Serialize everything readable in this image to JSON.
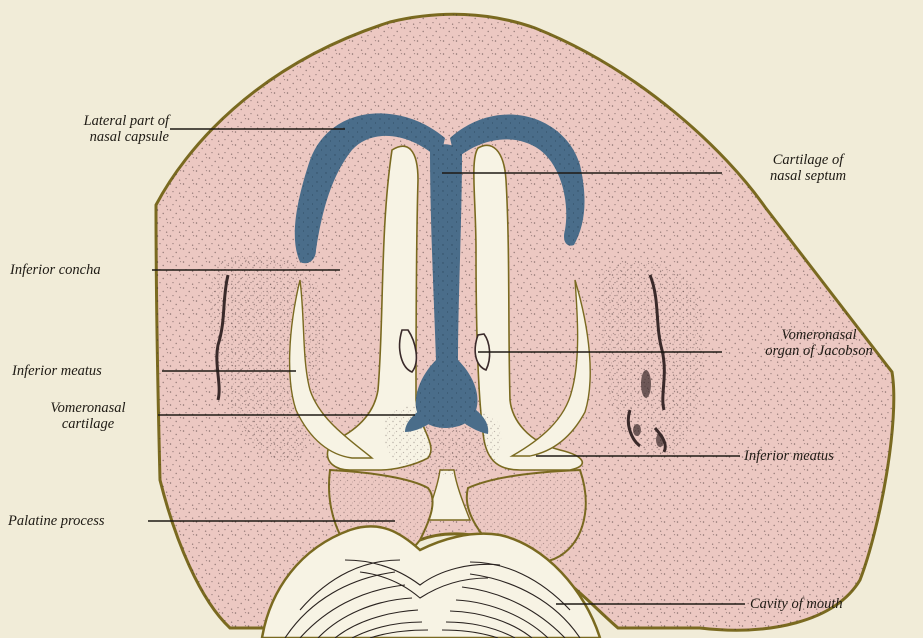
{
  "labels": {
    "lateral_part": [
      "Lateral part of",
      "nasal capsule"
    ],
    "cartilage_septum": [
      "Cartilage of",
      "nasal septum"
    ],
    "inferior_concha": "Inferior concha",
    "vomeronasal_organ": [
      "Vomeronasal",
      "organ of Jacobson"
    ],
    "inferior_meatus_left": "Inferior meatus",
    "vomeronasal_cartilage": [
      "Vomeronasal",
      "cartilage"
    ],
    "inferior_meatus_right": "Inferior meatus",
    "palatine_process": "Palatine process",
    "cavity_of_mouth": "Cavity of mouth"
  },
  "colors": {
    "background": "#f1ecd8",
    "tissue": "#ecc8c2",
    "cartilage": "#4a6d8a",
    "epithelium": "#7a6a20",
    "lumen": "#f7f3e4",
    "stipple": "#3a2a2a"
  }
}
